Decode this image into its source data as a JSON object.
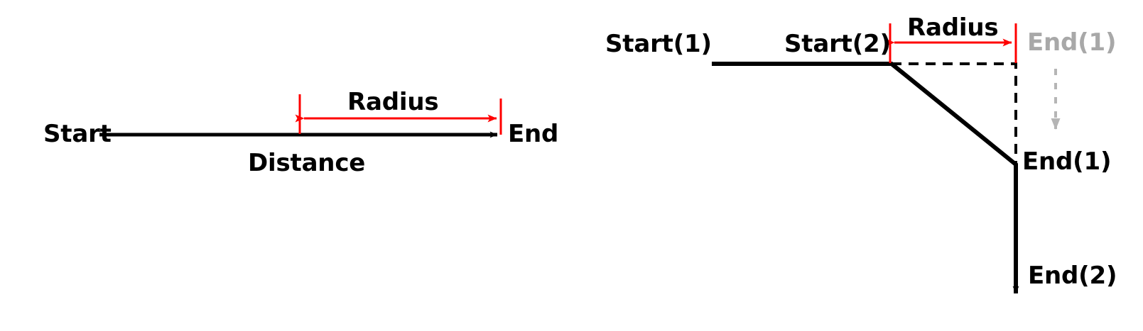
{
  "figure": {
    "title": "Radius and distance geometry diagram",
    "background_color": "#ffffff",
    "stroke_color": "#000000",
    "accent_color": "#ff0000",
    "muted_color": "#a8a8a8"
  },
  "left_diagram": {
    "name": "single-segment-radius",
    "labels": {
      "start": "Start",
      "end": "End",
      "distance": "Distance",
      "radius": "Radius"
    }
  },
  "right_diagram": {
    "name": "two-segment-fillet-radius",
    "labels": {
      "start_1": "Start(1)",
      "start_2": "Start(2)",
      "radius": "Radius",
      "end_1_ghost": "End(1)",
      "end_1": "End(1)",
      "end_2": "End(2)"
    }
  }
}
